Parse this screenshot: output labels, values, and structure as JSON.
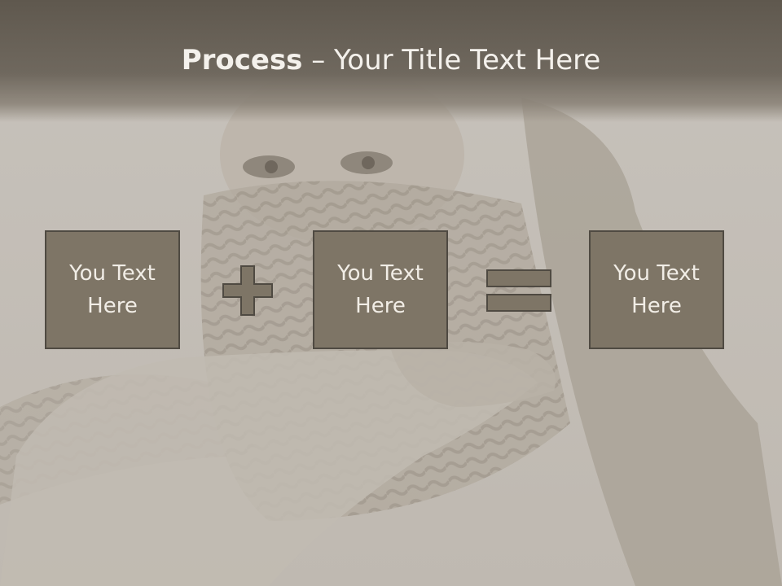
{
  "title": {
    "bold": "Process",
    "rest": " – Your Title Text Here"
  },
  "boxes": [
    {
      "text": "You Text\nHere"
    },
    {
      "text": "You Text\nHere"
    },
    {
      "text": "You Text\nHere"
    }
  ],
  "colors": {
    "title_band": "#6a6358",
    "box_fill": "#7e7566",
    "box_border": "#4f4a42",
    "text": "#f1ede6"
  },
  "icons": {
    "operator_1": "plus-icon",
    "operator_2": "equals-icon"
  }
}
